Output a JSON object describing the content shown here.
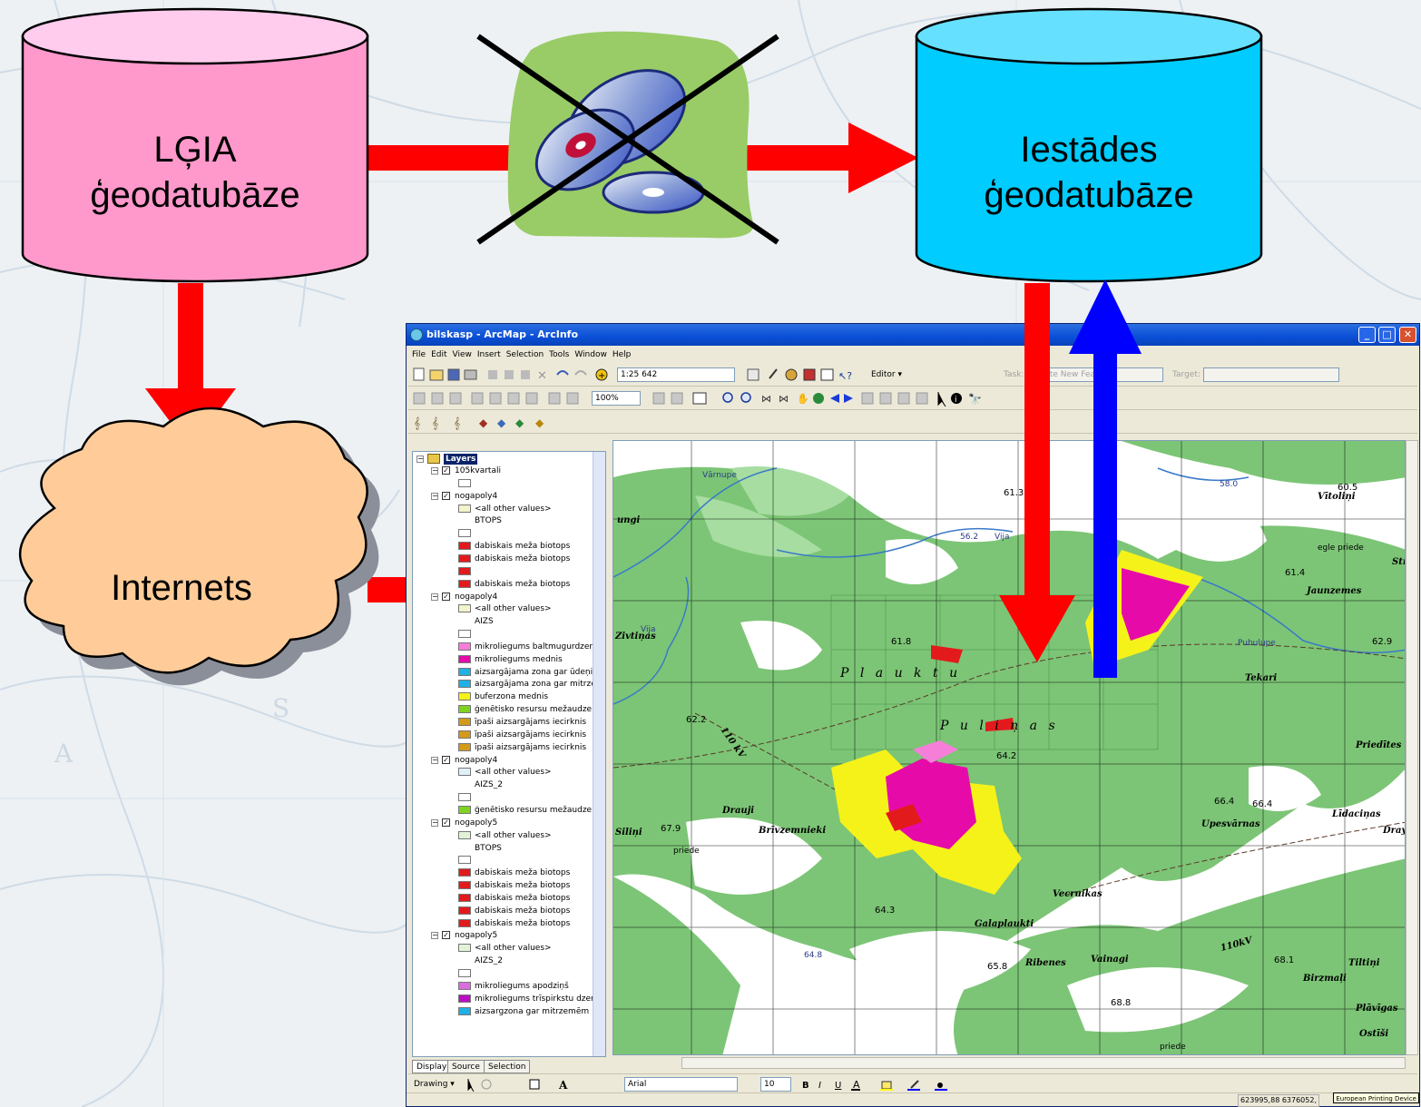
{
  "slide": {
    "lgia_db_label": "LĢIA ģeodatubāze",
    "institution_db_label": "Iestādes ģeodatubāze",
    "internet_label": "Internets",
    "colors": {
      "lgia_db": "#ff99cc",
      "institution_db": "#00ccff",
      "cloud": "#ffcc99",
      "cd_panel": "#99cc66",
      "red_arrow": "#ff0000",
      "blue_arrow": "#0000ff"
    }
  },
  "arcmap": {
    "title": "bilskasp - ArcMap - ArcInfo",
    "menu": [
      "File",
      "Edit",
      "View",
      "Insert",
      "Selection",
      "Tools",
      "Window",
      "Help"
    ],
    "scale": "1:25 642",
    "zoom": "100%",
    "editor_label": "Editor ▾",
    "task_label": "Task:",
    "task_value": "Create New Feature",
    "target_label": "Target:",
    "toc": {
      "root": "Layers",
      "rows": [
        {
          "level": 1,
          "check": true,
          "text": "105kvartali"
        },
        {
          "level": 2,
          "swatch": "#ffffff",
          "text": ""
        },
        {
          "level": 1,
          "check": true,
          "text": "nogapoly4"
        },
        {
          "level": 2,
          "swatch": "#f3f3cc",
          "text": "<all other values>"
        },
        {
          "level": 2,
          "text": "BTOPS"
        },
        {
          "level": 2,
          "swatch": "#ffffff",
          "text": ""
        },
        {
          "level": 2,
          "swatch": "#e31a1c",
          "text": "dabiskais meža biotops"
        },
        {
          "level": 2,
          "swatch": "#e31a1c",
          "text": "dabiskais meža biotops"
        },
        {
          "level": 2,
          "swatch": "#e31a1c",
          "text": ""
        },
        {
          "level": 2,
          "swatch": "#e31a1c",
          "text": "dabiskais meža biotops"
        },
        {
          "level": 1,
          "check": true,
          "text": "nogapoly4"
        },
        {
          "level": 2,
          "swatch": "#f3f3cc",
          "text": "<all other values>"
        },
        {
          "level": 2,
          "text": "AIZS"
        },
        {
          "level": 2,
          "swatch": "#ffffff",
          "text": ""
        },
        {
          "level": 2,
          "swatch": "#f57fd8",
          "text": "mikroliegums baltmugurdzenis"
        },
        {
          "level": 2,
          "swatch": "#e60ba9",
          "text": "mikroliegums mednis"
        },
        {
          "level": 2,
          "swatch": "#1fb0e6",
          "text": "aizsargājama zona gar ūdeņiem"
        },
        {
          "level": 2,
          "swatch": "#1fb0e6",
          "text": "aizsargājama zona gar mitrzem"
        },
        {
          "level": 2,
          "swatch": "#f5f21a",
          "text": "buferzona mednis"
        },
        {
          "level": 2,
          "swatch": "#7ed321",
          "text": "ģenētisko resursu mežaudze"
        },
        {
          "level": 2,
          "swatch": "#d49a1a",
          "text": "īpaši aizsargājams iecirknis"
        },
        {
          "level": 2,
          "swatch": "#d49a1a",
          "text": "īpaši aizsargājams iecirknis"
        },
        {
          "level": 2,
          "swatch": "#d49a1a",
          "text": "īpaši aizsargājams iecirknis"
        },
        {
          "level": 1,
          "check": true,
          "text": "nogapoly4"
        },
        {
          "level": 2,
          "swatch": "#dff0f7",
          "text": "<all other values>"
        },
        {
          "level": 2,
          "text": "AIZS_2"
        },
        {
          "level": 2,
          "swatch": "#ffffff",
          "text": ""
        },
        {
          "level": 2,
          "swatch": "#7ed321",
          "text": "ģenētisko resursu mežaudze"
        },
        {
          "level": 1,
          "check": true,
          "text": "nogapoly5"
        },
        {
          "level": 2,
          "swatch": "#e2f2d7",
          "text": "<all other values>"
        },
        {
          "level": 2,
          "text": "BTOPS"
        },
        {
          "level": 2,
          "swatch": "#ffffff",
          "text": ""
        },
        {
          "level": 2,
          "swatch": "#e31a1c",
          "text": "dabiskais meža biotops"
        },
        {
          "level": 2,
          "swatch": "#e31a1c",
          "text": "dabiskais meža biotops"
        },
        {
          "level": 2,
          "swatch": "#e31a1c",
          "text": "dabiskais meža biotops"
        },
        {
          "level": 2,
          "swatch": "#e31a1c",
          "text": "dabiskais meža biotops"
        },
        {
          "level": 2,
          "swatch": "#e31a1c",
          "text": "dabiskais meža biotops"
        },
        {
          "level": 1,
          "check": true,
          "text": "nogapoly5"
        },
        {
          "level": 2,
          "swatch": "#e2f2d7",
          "text": "<all other values>"
        },
        {
          "level": 2,
          "text": "AIZS_2"
        },
        {
          "level": 2,
          "swatch": "#ffffff",
          "text": ""
        },
        {
          "level": 2,
          "swatch": "#d96ee0",
          "text": "mikroliegums apodziņš"
        },
        {
          "level": 2,
          "swatch": "#b80fc0",
          "text": "mikroliegums trīspirkstu dzenis"
        },
        {
          "level": 2,
          "swatch": "#1fb0e6",
          "text": "aizsargzona gar mitrzemēm"
        }
      ]
    },
    "tabs": [
      "Display",
      "Source",
      "Selection"
    ],
    "map_labels": {
      "varnupe": "Vārnupe",
      "vija": "Vija",
      "vija2": "Vija",
      "ungi": "ungi",
      "zivtinas": "Zivtiņas",
      "plauktu": "P l a u k t u",
      "pulinas": "P u l i ņ a s",
      "silini": "Siliņi",
      "drauji": "Drauji",
      "brivzemnieki": "Brīvzemnieki",
      "priede": "priede",
      "galaplaukti": "Galaplaukti",
      "vecruikas": "Vecruikas",
      "ribenes": "Ribenes",
      "vainagi": "Vainagi",
      "kv110": "110 kV",
      "kv110b": "110kV",
      "jaunzemes": "Jaunzemes",
      "pubulupe": "Pubulupe",
      "tekari": "Tekari",
      "priedites": "Priedītes",
      "lidacinas": "Līdaciņas",
      "upesvarnas": "Upesvārnas",
      "dray": "Dray",
      "vitolini": "Vītoliņi",
      "egle_priede": "egle priede",
      "birzmali": "Birzmaļi",
      "tiltini": "Tiltiņi",
      "plavigas": "Plāvīgas",
      "ostisi": "Ostīši",
      "e613": "61.3",
      "e605": "60.5",
      "e614": "61.4",
      "e629": "62.9",
      "e618": "61.8",
      "e622": "62.2",
      "e642": "64.2",
      "e664a": "66.4",
      "e664b": "66.4",
      "e679": "67.9",
      "e643": "64.3",
      "e658": "65.8",
      "e648": "64.8",
      "e681": "68.1",
      "e688": "68.8",
      "e580": "58.0",
      "e562": "56.2",
      "str": "Str",
      "priede2": "priede"
    },
    "drawing_label": "Drawing ▾",
    "font_name": "Arial",
    "font_size": "10",
    "coords": "623995,88  6376052,",
    "tooltip": "European Printing Device"
  }
}
